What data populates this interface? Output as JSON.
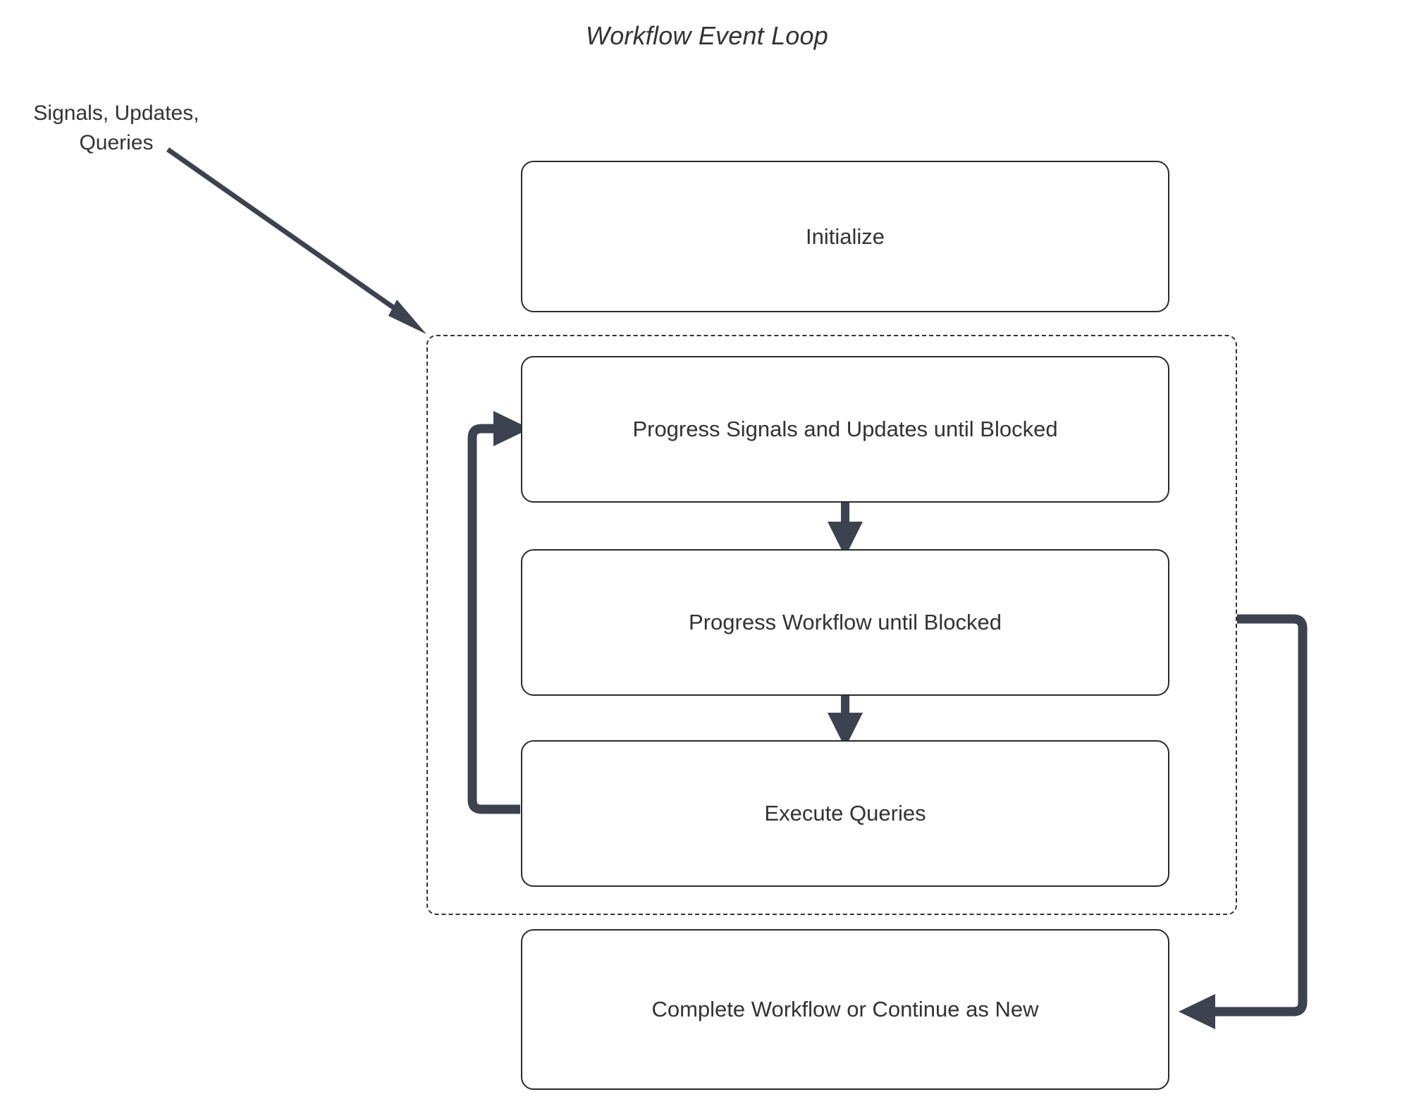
{
  "diagram": {
    "title": "Workflow Event Loop",
    "type": "flowchart",
    "background_color": "#ffffff",
    "node_border_color": "#2b2b2b",
    "node_fill_color": "#ffffff",
    "text_color": "#333333",
    "edge_color": "#3c424f",
    "group_border_color": "#333333",
    "external_label": "Signals, Updates,\nQueries",
    "nodes": [
      {
        "id": "initialize",
        "label": "Initialize"
      },
      {
        "id": "progress-signals",
        "label": "Progress Signals and Updates until Blocked"
      },
      {
        "id": "progress-workflow",
        "label": "Progress Workflow until Blocked"
      },
      {
        "id": "execute-queries",
        "label": "Execute Queries"
      },
      {
        "id": "complete-workflow",
        "label": "Complete Workflow or Continue as New"
      }
    ],
    "group": {
      "id": "event-loop-group",
      "style": "dashed"
    },
    "edges": [
      {
        "from": "external-input",
        "to": "event-loop-group",
        "style": "solid-arrow"
      },
      {
        "from": "progress-signals",
        "to": "progress-workflow",
        "style": "solid-arrow"
      },
      {
        "from": "progress-workflow",
        "to": "execute-queries",
        "style": "solid-arrow"
      },
      {
        "from": "execute-queries",
        "to": "progress-signals",
        "style": "loop-arrow-left"
      },
      {
        "from": "event-loop-group",
        "to": "complete-workflow",
        "style": "loop-arrow-right"
      }
    ]
  }
}
